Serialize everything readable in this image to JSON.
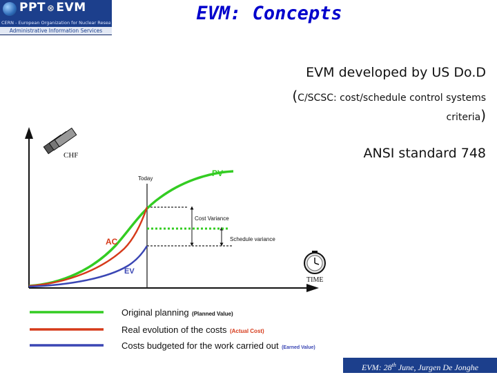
{
  "header": {
    "logo": {
      "brand_left": "PPT",
      "brand_right": "EVM",
      "org": "CERN - European Organization for Nuclear Research",
      "service": "Administrative Information Services"
    },
    "title": "EVM: Concepts"
  },
  "content": {
    "line1": "EVM developed by US Do.D",
    "line2_open": "(",
    "line2": "C/SCSC: cost/schedule control systems",
    "line3": "criteria",
    "line3_close": ")",
    "line4": "ANSI standard 748"
  },
  "diagram": {
    "y_axis_label": "CHF",
    "x_axis_label": "TIME",
    "today_label": "Today",
    "pv_label": "PV",
    "ac_label": "AC",
    "ev_label": "EV",
    "cost_variance_label": "Cost Variance",
    "schedule_variance_label": "Schedule variance",
    "colors": {
      "pv": "#33cc22",
      "ac": "#d63a1a",
      "ev": "#3a46b4"
    }
  },
  "legend": [
    {
      "main": "Original planning",
      "sub": "(Planned Value)",
      "color": "#33cc22"
    },
    {
      "main": "Real evolution of the costs",
      "sub": "(Actual Cost)",
      "color": "#d63a1a"
    },
    {
      "main": "Costs budgeted for the work carried out",
      "sub": "(Earned Value)",
      "color": "#3a46b4"
    }
  ],
  "footer": {
    "before": "EVM: 28",
    "sup": "th",
    "after": " June, Jurgen De Jonghe"
  }
}
